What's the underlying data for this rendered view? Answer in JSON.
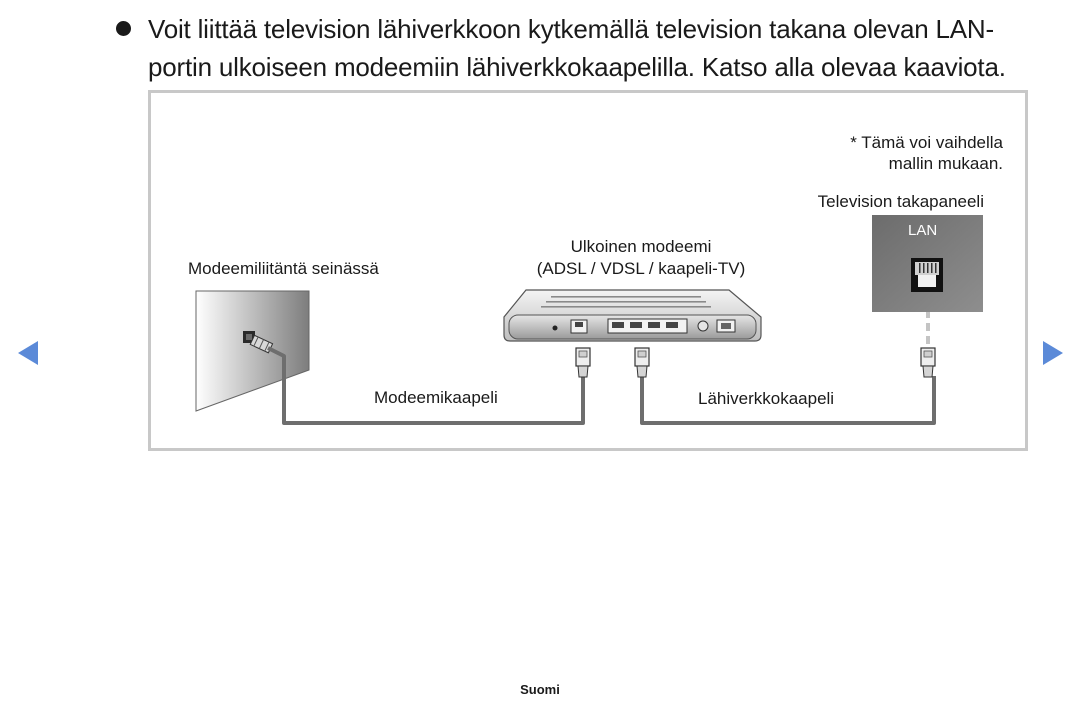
{
  "content": {
    "paragraph_line1": "Voit liittää television lähiverkkoon kytkemällä television takana olevan LAN-",
    "paragraph_line2": "portin ulkoiseen modeemiin lähiverkkokaapelilla. Katso alla olevaa kaaviota."
  },
  "diagram": {
    "note_line1": "* Tämä voi vaihdella",
    "note_line2": "mallin mukaan.",
    "tv_panel_label": "Television takapaneeli",
    "lan_port_label": "LAN",
    "wall_jack_label": "Modeemiliitäntä seinässä",
    "modem_label_line1": "Ulkoinen modeemi",
    "modem_label_line2": "(ADSL / VDSL / kaapeli-TV)",
    "modem_cable_label": "Modeemikaapeli",
    "lan_cable_label": "Lähiverkkokaapeli"
  },
  "navigation": {
    "prev_icon": "triangle-left-icon",
    "next_icon": "triangle-right-icon"
  },
  "footer": {
    "language": "Suomi"
  },
  "colors": {
    "nav_arrow": "#5b8ad8",
    "frame_border": "#c8c8c8",
    "cable": "#6e6e6e",
    "tv_panel": "#7a7a7a"
  }
}
